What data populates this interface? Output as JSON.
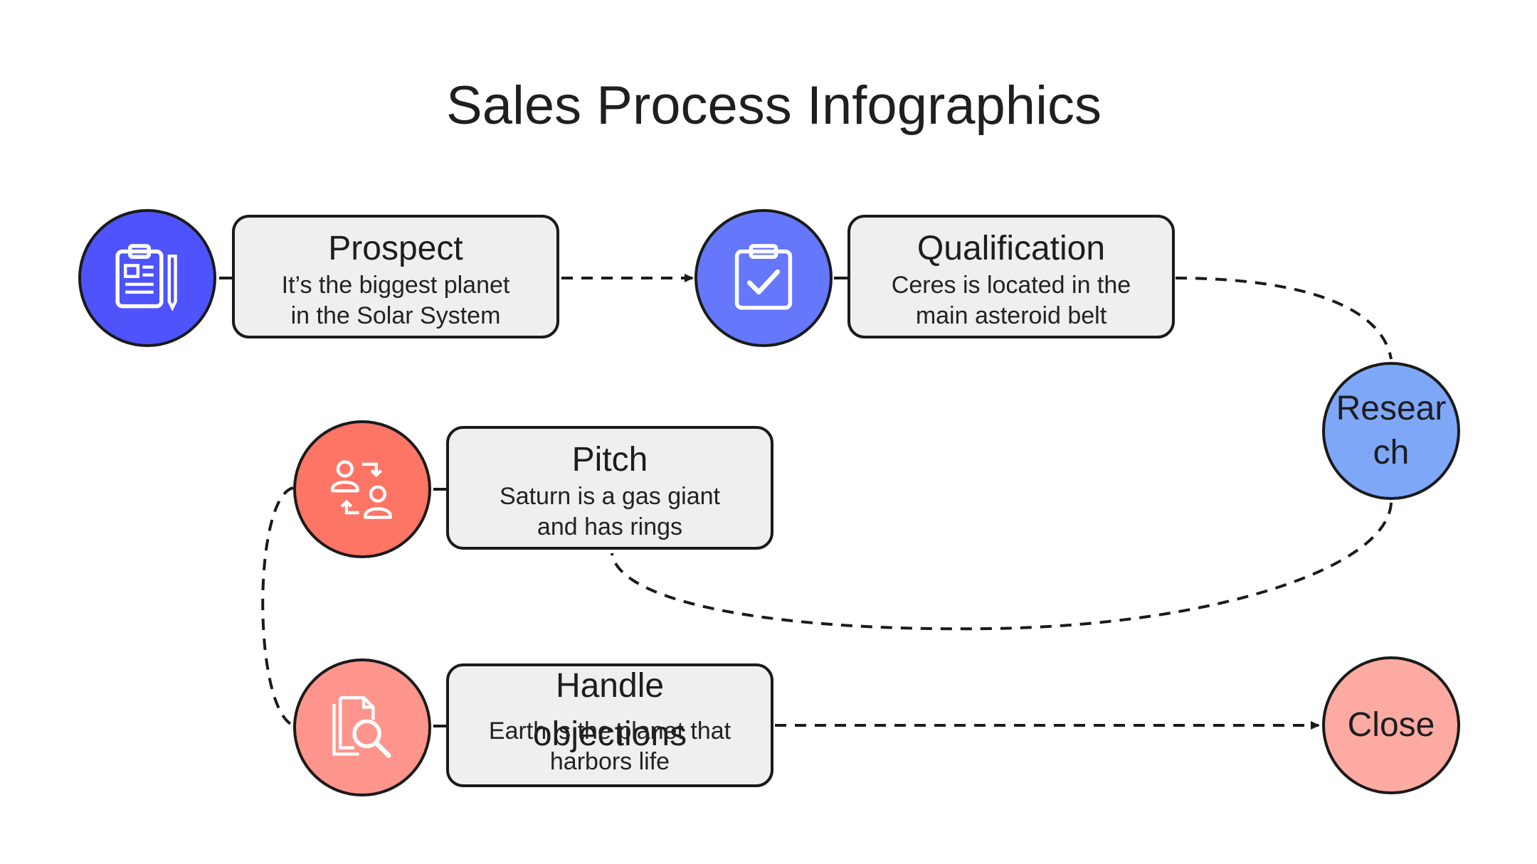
{
  "title": "Sales Process Infographics",
  "steps": [
    {
      "title": "Prospect",
      "desc_line1": "It’s the biggest planet",
      "desc_line2": "in the Solar System",
      "icon": "clipboard-notes-icon",
      "color": "#4e53fb"
    },
    {
      "title": "Qualification",
      "desc_line1": "Ceres is located in the",
      "desc_line2": "main asteroid belt",
      "icon": "clipboard-check-icon",
      "color": "#6577fb"
    },
    {
      "title": "Research",
      "title_line1": "Resear",
      "title_line2": "ch",
      "color": "#7fa7f8"
    },
    {
      "title": "Pitch",
      "desc_line1": "Saturn is a gas giant",
      "desc_line2": "and has rings",
      "icon": "user-exchange-icon",
      "color": "#fd7565"
    },
    {
      "title": "Handle objections",
      "desc_line1": "Earth is the planet that",
      "desc_line2": "harbors life",
      "icon": "document-search-icon",
      "color": "#fd958d"
    },
    {
      "title": "Close",
      "color": "#fdaaa3"
    }
  ]
}
